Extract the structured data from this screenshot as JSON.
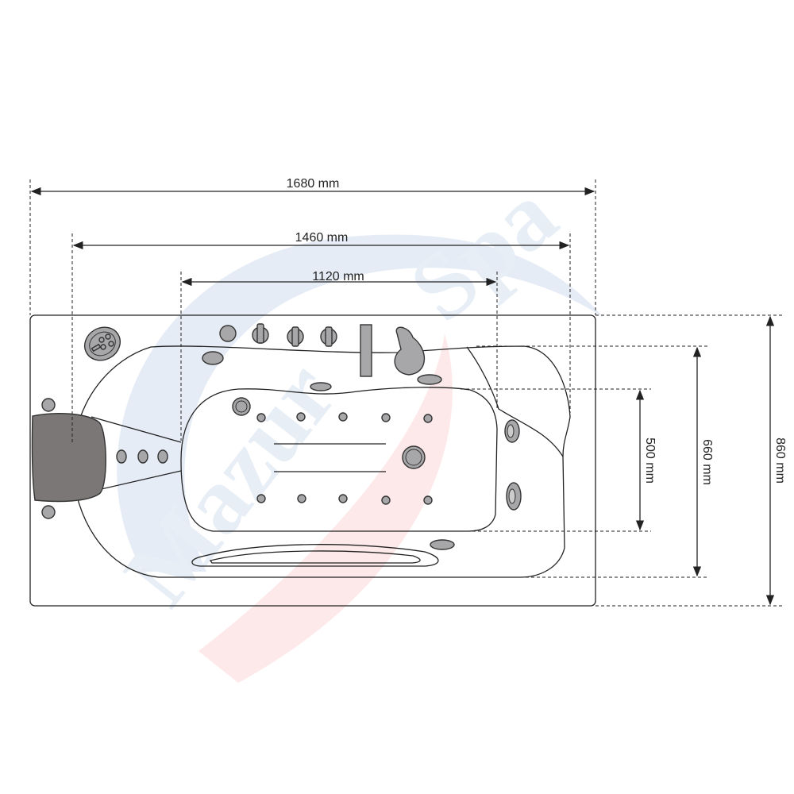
{
  "title": "Bathtub dimension drawing",
  "watermark": "MazurSpa",
  "dimensions": {
    "overall_length": "1680 mm",
    "rim_length": "1460 mm",
    "basin_length": "1120 mm",
    "overall_width": "860 mm",
    "rim_width": "660 mm",
    "basin_width": "500 mm"
  },
  "colors": {
    "line": "#222222",
    "fixture": "#a7a7a9",
    "headrest": "#7b7777",
    "watermark_blue": "#dde6f2",
    "watermark_red": "#fbe3e3"
  }
}
